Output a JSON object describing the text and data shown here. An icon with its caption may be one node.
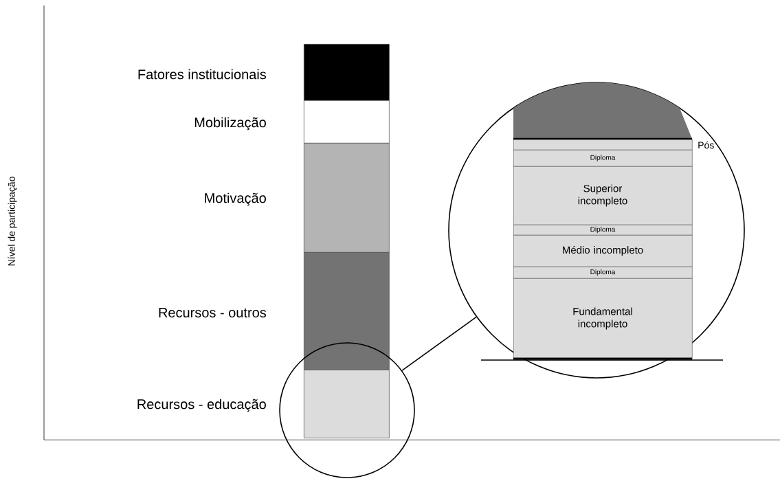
{
  "diagram": {
    "nodes": [
      {
        "text": [],
        "shape": "box",
        "beside": [
          "Fatores institucionais"
        ]
      },
      {
        "text": [],
        "shape": "box",
        "beside": [
          "Mobilização"
        ]
      },
      {
        "text": [],
        "shape": "box",
        "beside": [
          "Motivação"
        ]
      },
      {
        "text": [],
        "shape": "box",
        "beside": [
          "Recursos - outros"
        ]
      },
      {
        "text": [],
        "shape": "circle"
      },
      {
        "text": [],
        "shape": "box",
        "in": 4,
        "beside": [
          "Recursos - educação"
        ]
      },
      {
        "text": [],
        "shape": "circle"
      },
      {
        "text": [],
        "shape": "box",
        "in": 6
      },
      {
        "text": [],
        "shape": "box",
        "in": 6,
        "beside": [
          "Pós"
        ]
      },
      {
        "text": [
          "Diploma"
        ],
        "in": 6
      },
      {
        "text": [
          "Superior incompleto"
        ],
        "in": 6
      },
      {
        "text": [
          "Diploma"
        ],
        "in": 6
      },
      {
        "text": [
          "Médio incompleto"
        ],
        "in": 6
      },
      {
        "text": [
          "Diploma"
        ],
        "in": 6
      },
      {
        "text": [
          "Fundamental incompleto"
        ],
        "in": 6
      }
    ],
    "edges": [
      {
        "from": 4,
        "to": 6,
        "arrow": "none"
      }
    ],
    "labels": [
      "Nível de participação"
    ]
  }
}
